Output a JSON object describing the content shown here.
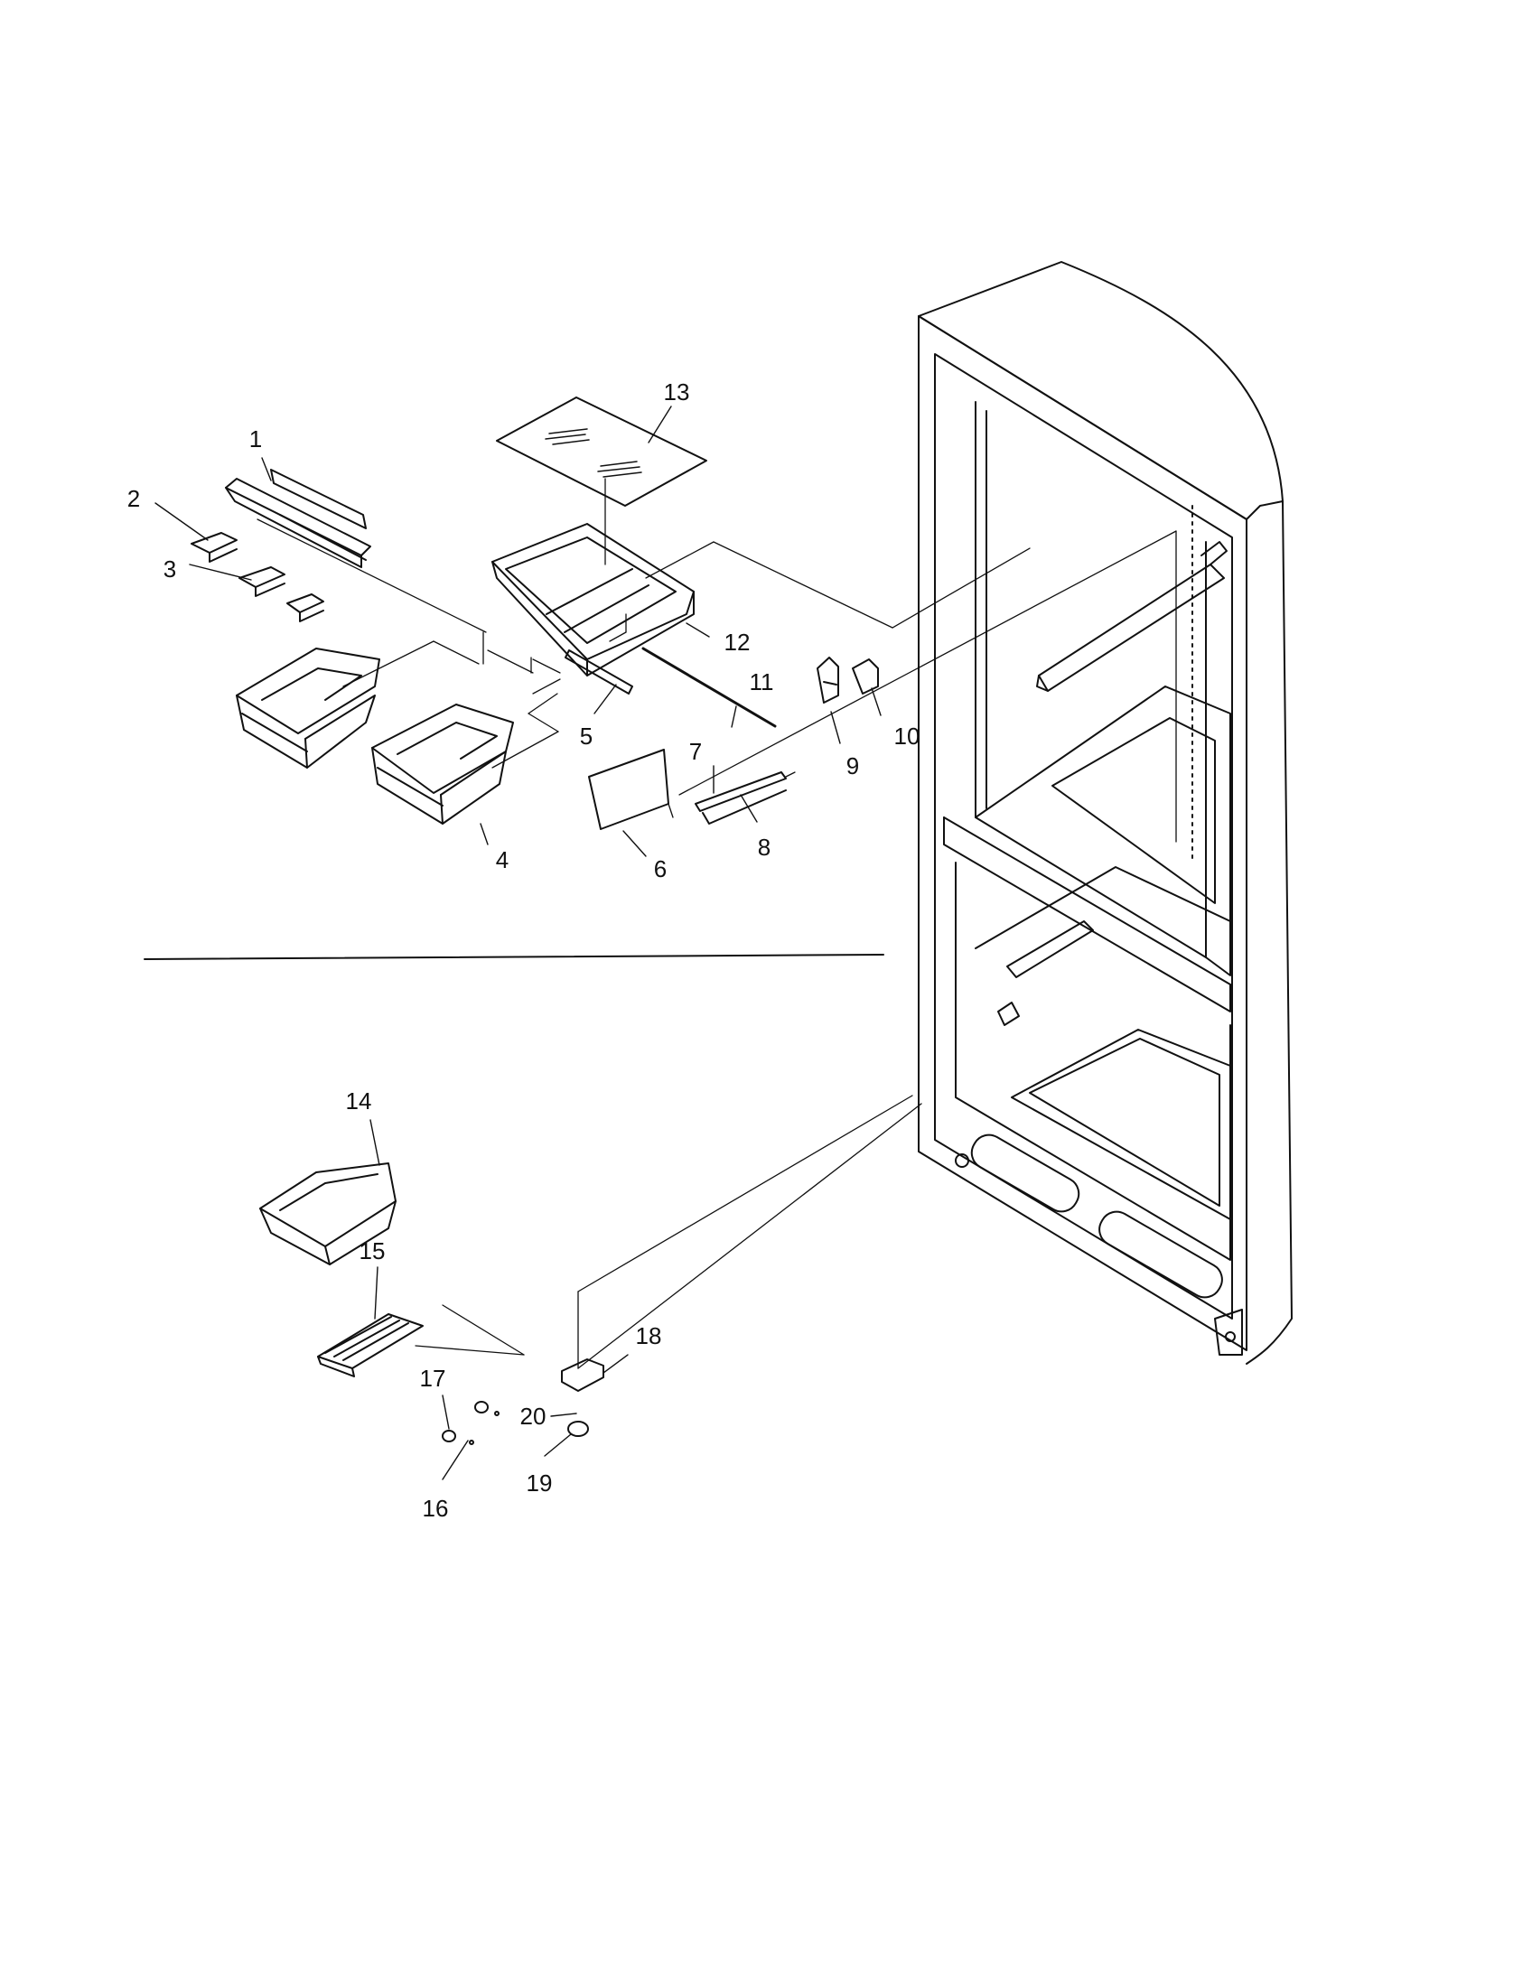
{
  "diagram": {
    "callouts": [
      {
        "id": "1",
        "label": "1"
      },
      {
        "id": "2",
        "label": "2"
      },
      {
        "id": "3",
        "label": "3"
      },
      {
        "id": "4",
        "label": "4"
      },
      {
        "id": "5",
        "label": "5"
      },
      {
        "id": "6",
        "label": "6"
      },
      {
        "id": "7",
        "label": "7"
      },
      {
        "id": "8",
        "label": "8"
      },
      {
        "id": "9",
        "label": "9"
      },
      {
        "id": "10",
        "label": "10"
      },
      {
        "id": "11",
        "label": "11"
      },
      {
        "id": "12",
        "label": "12"
      },
      {
        "id": "13",
        "label": "13"
      },
      {
        "id": "14",
        "label": "14"
      },
      {
        "id": "15",
        "label": "15"
      },
      {
        "id": "16",
        "label": "16"
      },
      {
        "id": "17",
        "label": "17"
      },
      {
        "id": "18",
        "label": "18"
      },
      {
        "id": "19",
        "label": "19"
      },
      {
        "id": "20",
        "label": "20"
      }
    ],
    "ink_color": "#111111",
    "background_color": "#ffffff"
  }
}
